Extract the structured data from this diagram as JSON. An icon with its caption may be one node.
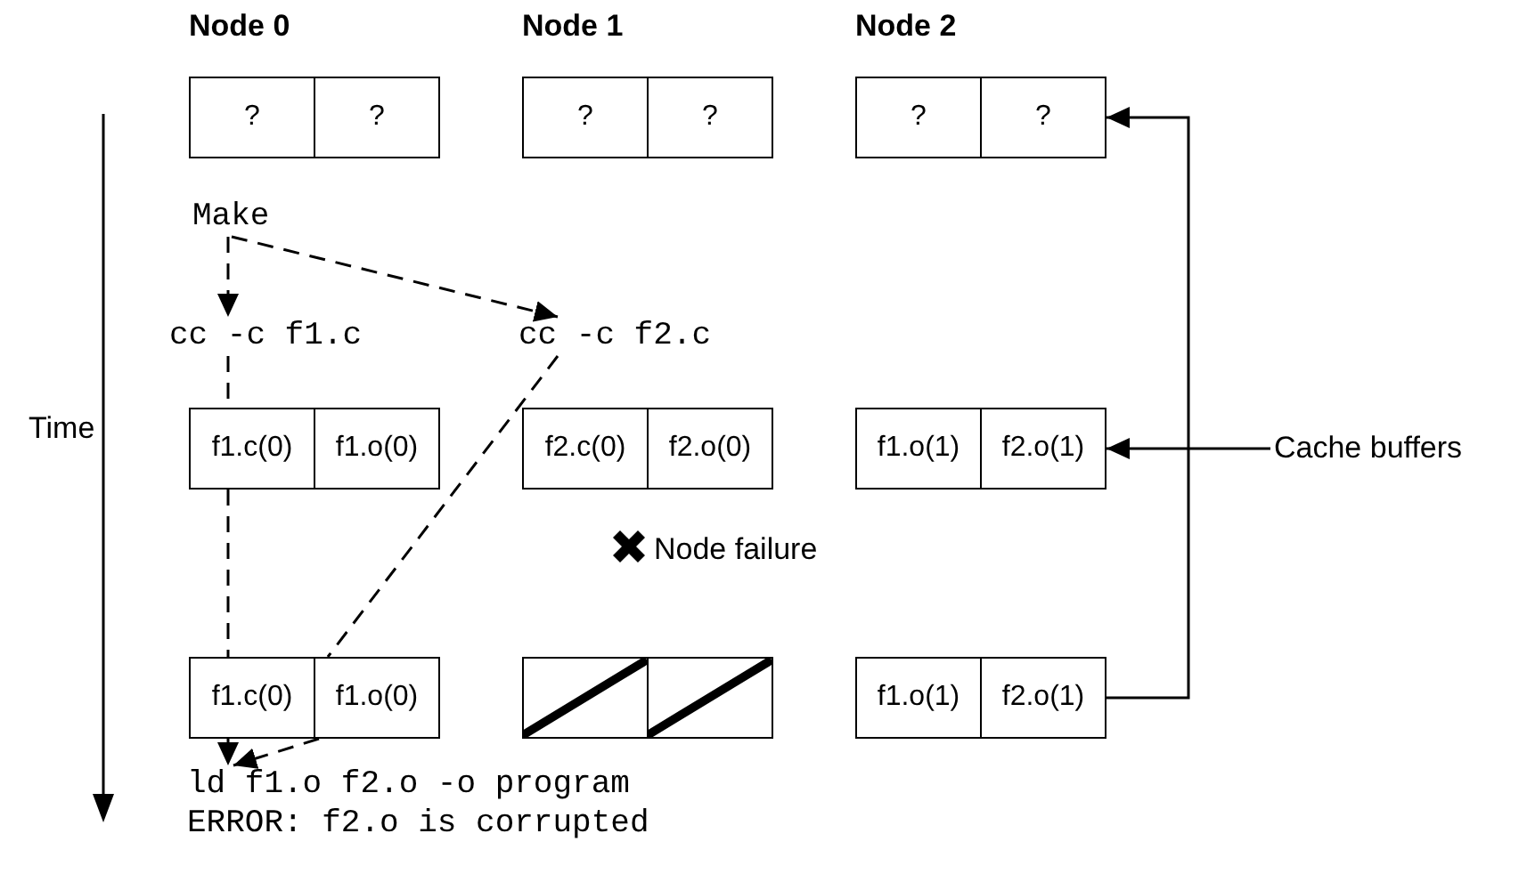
{
  "diagram": {
    "nodes": [
      {
        "text": [
          "?"
        ]
      },
      {
        "text": [
          "?"
        ]
      },
      {
        "text": [
          "?"
        ]
      },
      {
        "text": [
          "?"
        ]
      },
      {
        "text": [
          "?"
        ]
      },
      {
        "text": [
          "?"
        ]
      },
      {
        "text": [
          "Make"
        ]
      },
      {
        "text": [
          "cc -c f1.c"
        ]
      },
      {
        "text": [
          "cc -c f2.c"
        ]
      },
      {
        "text": [
          "f1.c(0)"
        ]
      },
      {
        "text": [
          "f1.o(0)"
        ]
      },
      {
        "text": [
          "f2.c(0)"
        ]
      },
      {
        "text": [
          "f2.o(0)"
        ]
      },
      {
        "text": [
          "f1.o(1)"
        ]
      },
      {
        "text": [
          "f2.o(1)"
        ]
      },
      {
        "text": [
          "Cache buffers"
        ]
      },
      {
        "text": [
          "f1.c(0)"
        ]
      },
      {
        "text": [
          "f1.o(0)"
        ]
      },
      {
        "text": [],
        "shape": "box"
      },
      {
        "text": [],
        "shape": "box"
      },
      {
        "text": [
          "f1.o(1)"
        ]
      },
      {
        "text": [
          "f2.o(1)"
        ]
      },
      {
        "text": [
          "ld f1.o f2.o -o program"
        ]
      }
    ],
    "edges": [
      {
        "from": 6,
        "to": 7,
        "arrow": "to",
        "style": "dashed"
      },
      {
        "from": 6,
        "to": 8,
        "arrow": "to",
        "style": "dashed"
      },
      {
        "from": 7,
        "to": 9,
        "arrow": "none",
        "style": "dashed"
      },
      {
        "from": 9,
        "to": 16,
        "arrow": "none",
        "style": "dashed"
      },
      {
        "from": 16,
        "to": 22,
        "arrow": "to",
        "style": "dashed"
      },
      {
        "from": 8,
        "to": 17,
        "arrow": "none",
        "style": "dashed"
      },
      {
        "from": 17,
        "to": 22,
        "arrow": "to",
        "style": "dashed"
      },
      {
        "from": 21,
        "to": 5,
        "arrow": "to"
      },
      {
        "from": 15,
        "to": 14,
        "arrow": "to"
      }
    ],
    "labels": [
      "Node 0",
      "Node 1",
      "Node 2",
      "Time",
      "Node failure",
      "ERROR: f2.o is corrupted"
    ]
  }
}
